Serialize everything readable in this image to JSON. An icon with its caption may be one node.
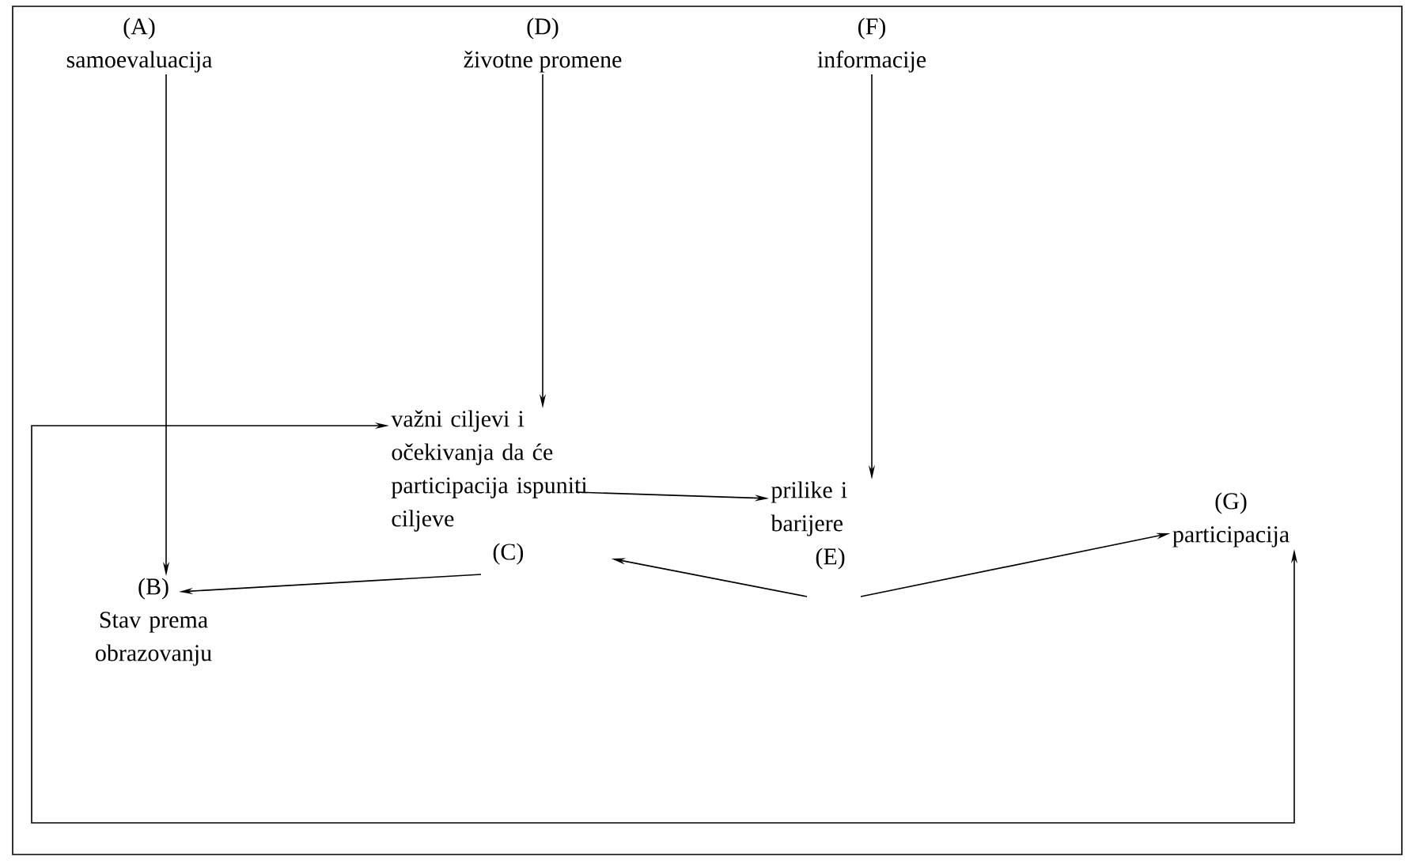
{
  "diagram": {
    "nodes": [
      {
        "text": [
          "(A)",
          "samoevaluacija"
        ]
      },
      {
        "text": [
          "(D)",
          "životne promene"
        ]
      },
      {
        "text": [
          "(F)",
          "informacije"
        ]
      },
      {
        "text": [
          "važni ciljevi i očekivanja da će participacija ispuniti ciljeve",
          "(C)"
        ]
      },
      {
        "text": [
          "prilike i barijere",
          "(E)"
        ]
      },
      {
        "text": [
          "(B)",
          "Stav prema obrazovanju"
        ]
      },
      {
        "text": [
          "(G)",
          "participacija"
        ]
      }
    ],
    "edges": [
      {
        "from": 0,
        "to": 5,
        "arrow": "to"
      },
      {
        "from": 1,
        "to": 3,
        "arrow": "to"
      },
      {
        "from": 2,
        "to": 4,
        "arrow": "to"
      },
      {
        "from": 3,
        "to": 4,
        "arrow": "to"
      },
      {
        "from": 4,
        "to": 3,
        "arrow": "to"
      },
      {
        "from": 3,
        "to": 5,
        "arrow": "to"
      },
      {
        "from": 4,
        "to": 6,
        "arrow": "to"
      },
      {
        "from": 3,
        "to": 6,
        "arrow": "both"
      }
    ]
  }
}
